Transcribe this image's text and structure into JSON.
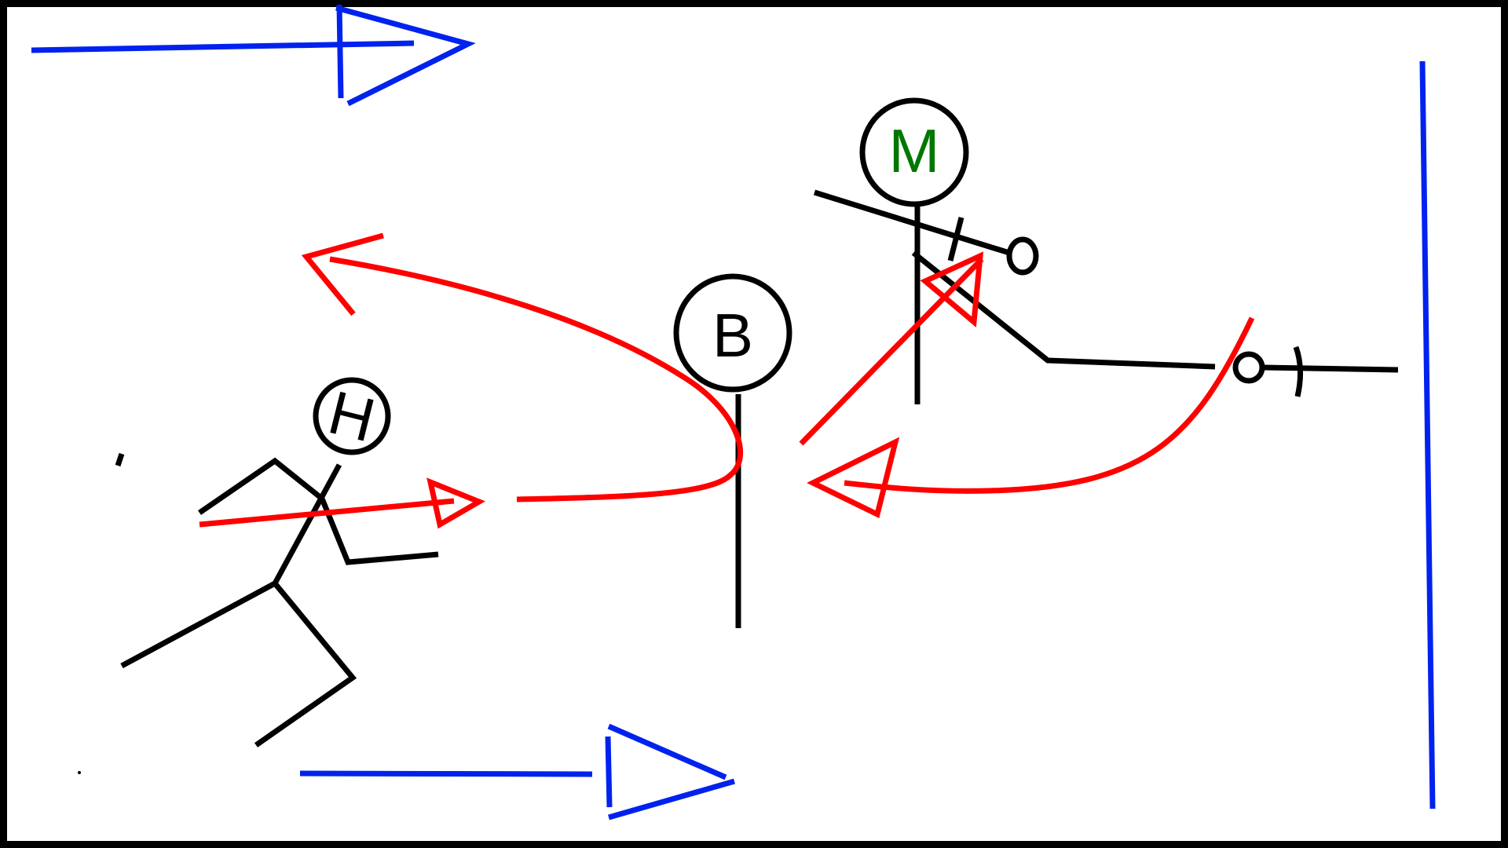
{
  "labels": {
    "h": "H",
    "b": "B",
    "m": "M"
  },
  "colors": {
    "frame": "#000000",
    "figure": "#000000",
    "movement_arrows": "#ff0000",
    "direction_arrows": "#0022ee",
    "m_label": "#007700",
    "h_label": "#000000",
    "b_label": "#000000"
  }
}
